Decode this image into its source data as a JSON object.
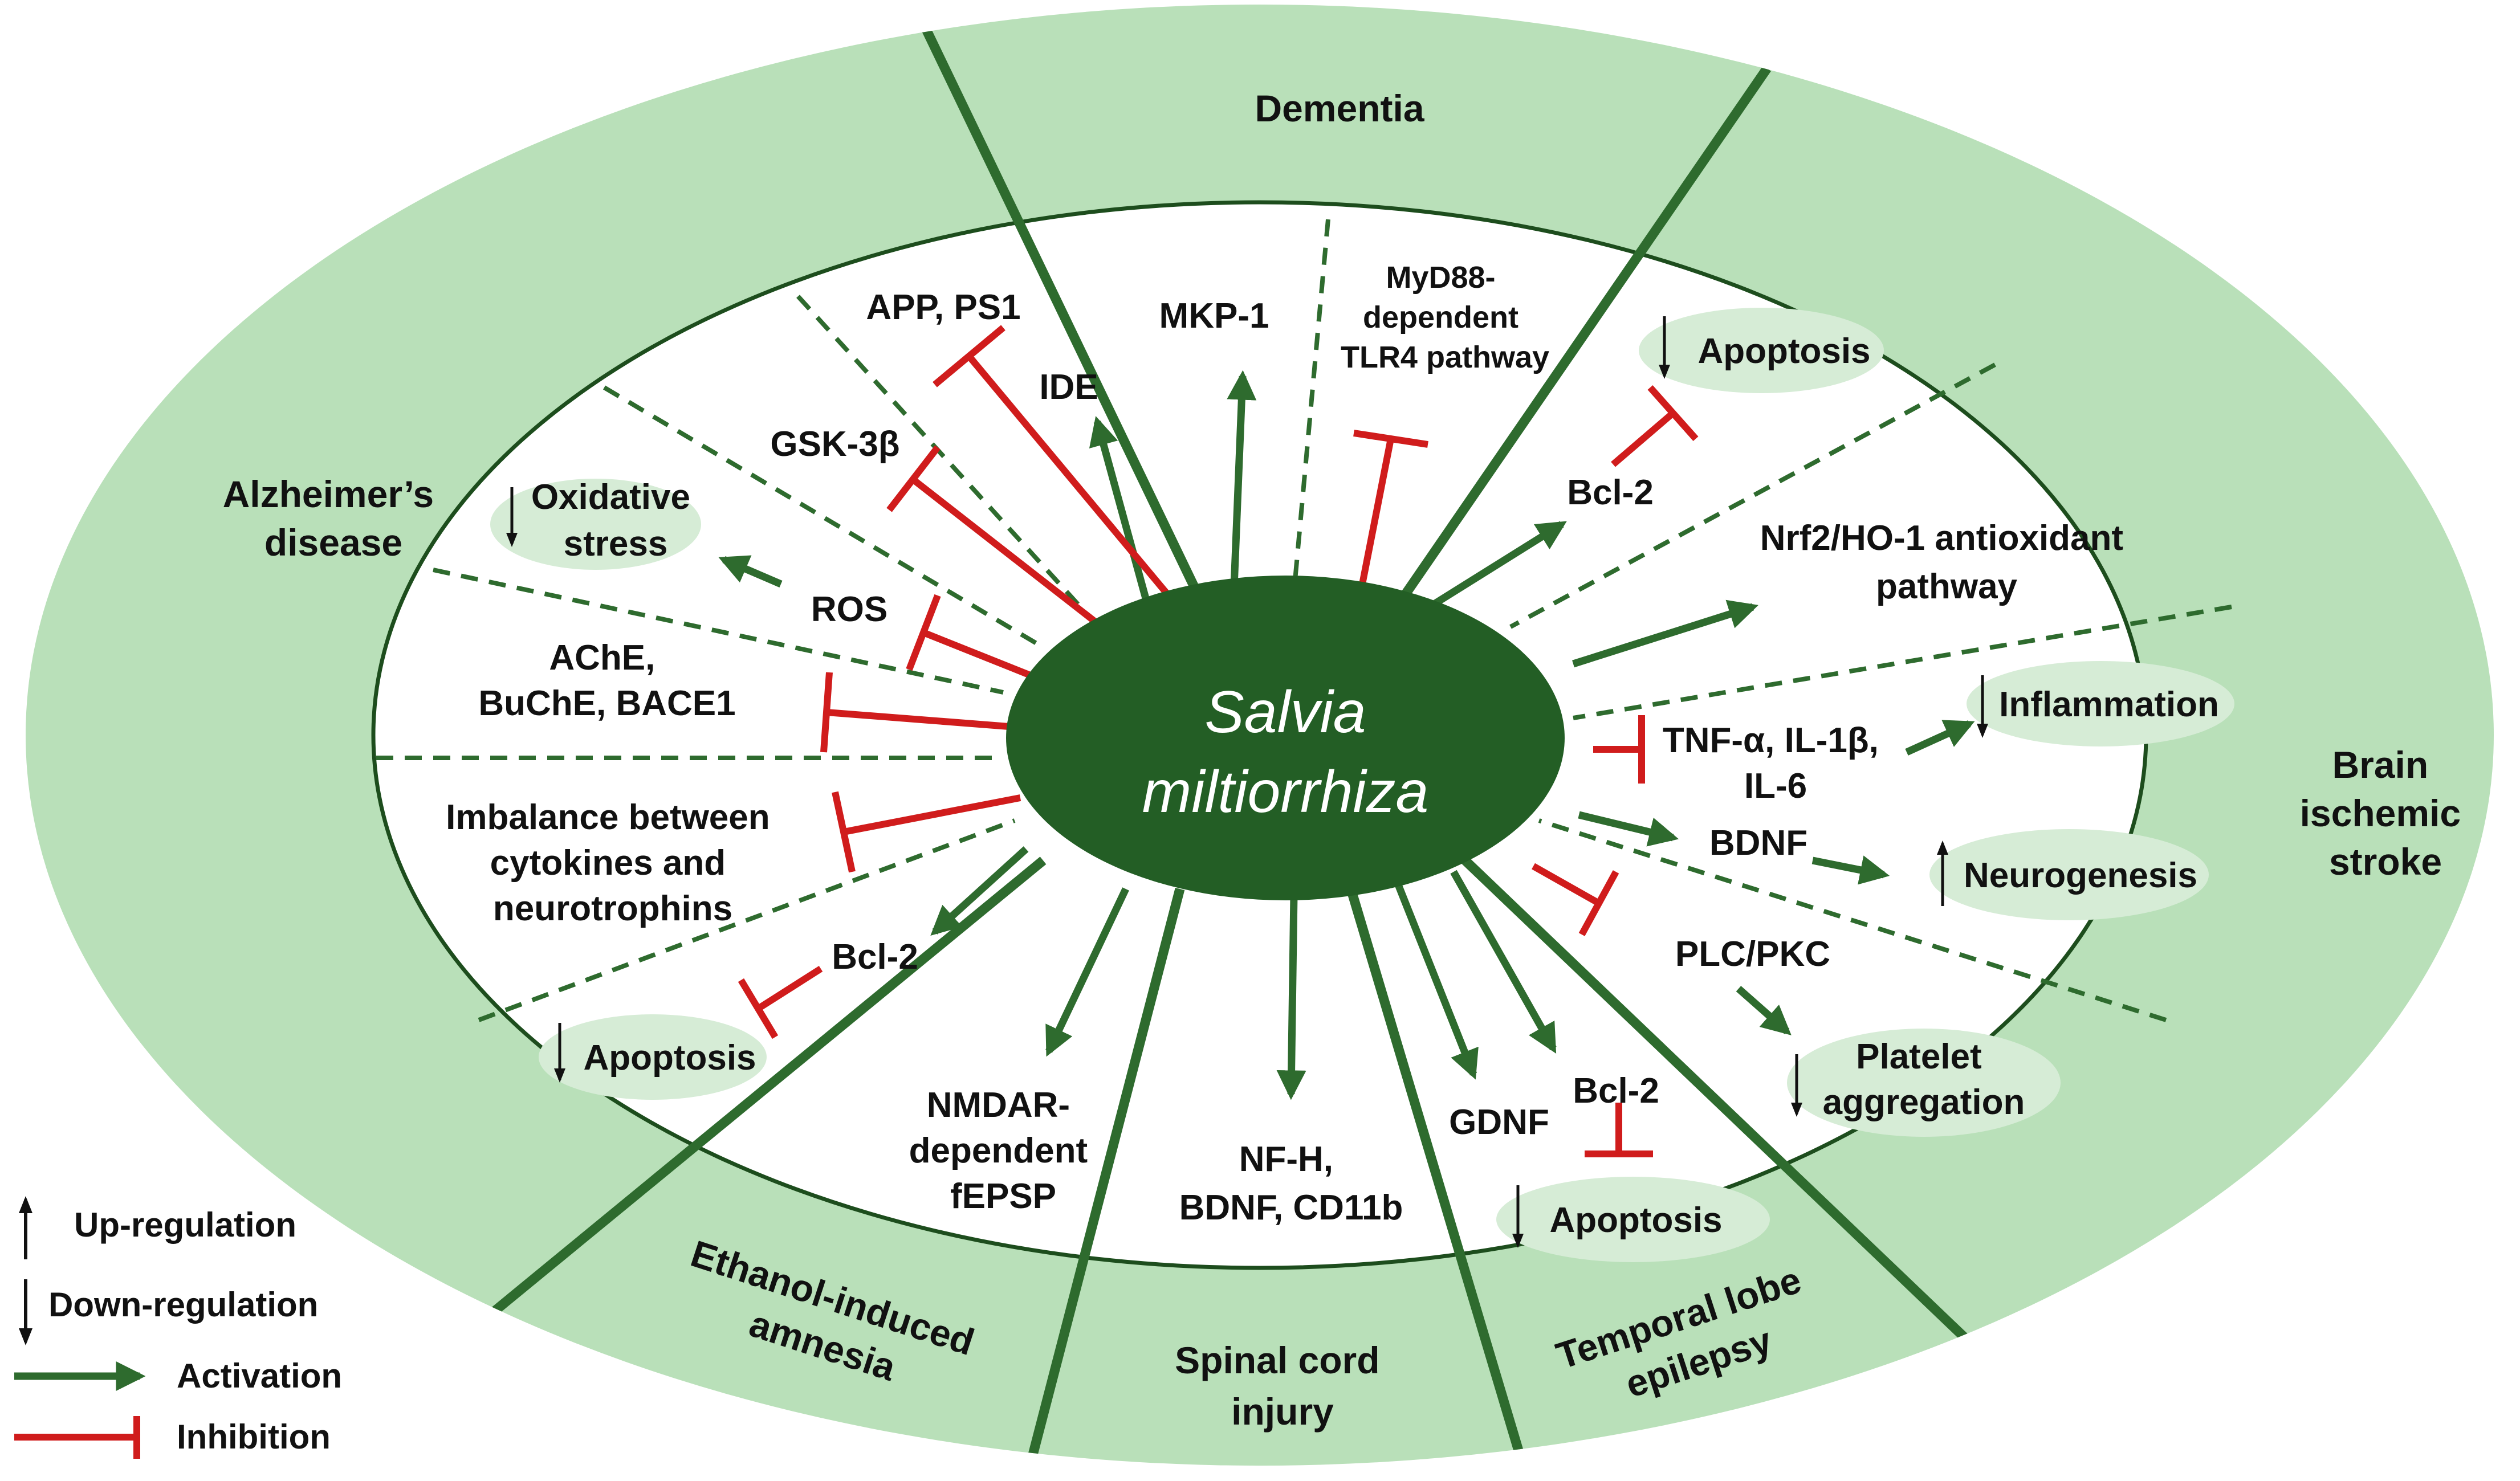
{
  "center": {
    "line1": "Salvia",
    "line2": "miltiorrhiza"
  },
  "colors": {
    "outer_ring": "#b9e0b9",
    "inner": "#ffffff",
    "center": "#235e25",
    "activation": "#2e6b2e",
    "inhibition": "#d01c1c",
    "bubble": "#d6ecd6",
    "outline": "#1d4d1d"
  },
  "diseases": {
    "dementia": "Dementia",
    "alzheimers": [
      "Alzheimer’s",
      "disease"
    ],
    "stroke": [
      "Brain",
      "ischemic",
      "stroke"
    ],
    "ethanol": [
      "Ethanol-induced",
      "amnesia"
    ],
    "spinal": [
      "Spinal cord",
      "injury"
    ],
    "epilepsy": [
      "Temporal lobe",
      "epilepsy"
    ]
  },
  "targets": {
    "app_ps1": "APP,  PS1",
    "ide": "IDE",
    "gsk": "GSK-3β",
    "ros": "ROS",
    "ache": [
      "AChE,",
      "BuChE, BACE1"
    ],
    "imbalance": [
      "Imbalance between",
      "cytokines and",
      "neurotrophins"
    ],
    "bcl2_ad": "Bcl-2",
    "mkp1": "MKP-1",
    "myd88": [
      "MyD88-",
      "dependent",
      "TLR4 pathway"
    ],
    "bcl2_stroke": "Bcl-2",
    "nrf2": [
      "Nrf2/HO-1 antioxidant",
      "pathway"
    ],
    "tnf": [
      "TNF-α, IL-1β,",
      "IL-6"
    ],
    "bdnf": "BDNF",
    "plc": "PLC/PKC",
    "gdnf": "GDNF",
    "bcl2_tle": "Bcl-2",
    "nfh": [
      "NF-H,",
      "BDNF, CD11b"
    ],
    "nmdar": [
      "NMDAR-",
      "dependent",
      "fEPSP"
    ]
  },
  "outcomes": {
    "oxidative": [
      "Oxidative",
      "stress"
    ],
    "apoptosis_ad": "Apoptosis",
    "apoptosis_stroke": "Apoptosis",
    "inflammation": "Inflammation",
    "neurogenesis": "Neurogenesis",
    "platelet": [
      "Platelet",
      "aggregation"
    ],
    "apoptosis_tle": "Apoptosis"
  },
  "legend": {
    "up": "Up-regulation",
    "down": "Down-regulation",
    "activation": "Activation",
    "inhibition": "Inhibition"
  }
}
